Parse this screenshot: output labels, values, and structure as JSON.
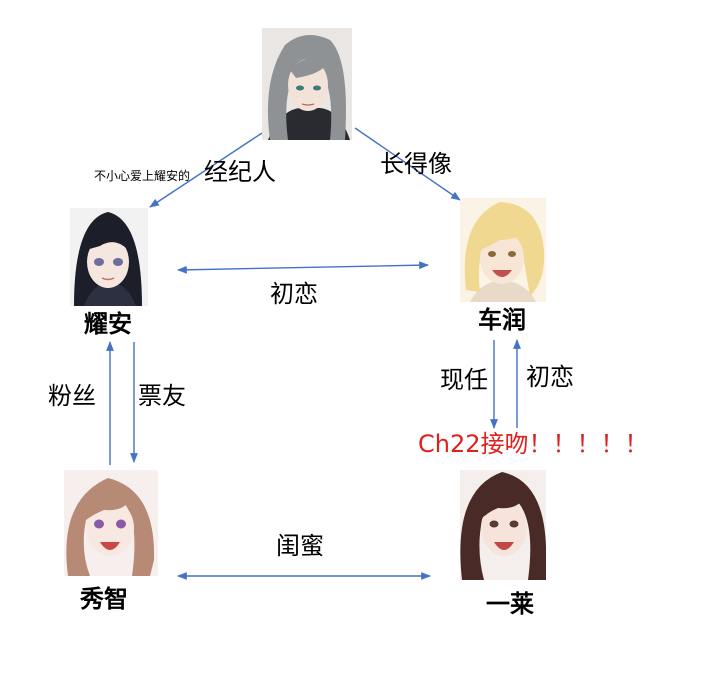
{
  "characters": {
    "top": {
      "name": "",
      "hair_color": "#8e9294"
    },
    "yaoan": {
      "name": "耀安",
      "hair_color": "#1c1f2a"
    },
    "cherun": {
      "name": "车润",
      "hair_color": "#f0d890"
    },
    "xiuzhi": {
      "name": "秀智",
      "hair_color": "#b78a76"
    },
    "yilai": {
      "name": "一莱",
      "hair_color": "#4a2a26"
    }
  },
  "relations": {
    "manager": "经纪人",
    "manager_note": "不小心爱上耀安的",
    "looks_like": "长得像",
    "first_love_top": "初恋",
    "fan": "粉丝",
    "ticket_friend": "票友",
    "current": "现任",
    "first_love_right": "初恋",
    "bestie": "闺蜜"
  },
  "annotation": {
    "text": "Ch22接吻！！！！！",
    "color": "#e0201c"
  },
  "colors": {
    "arrow": "#4472c4"
  }
}
